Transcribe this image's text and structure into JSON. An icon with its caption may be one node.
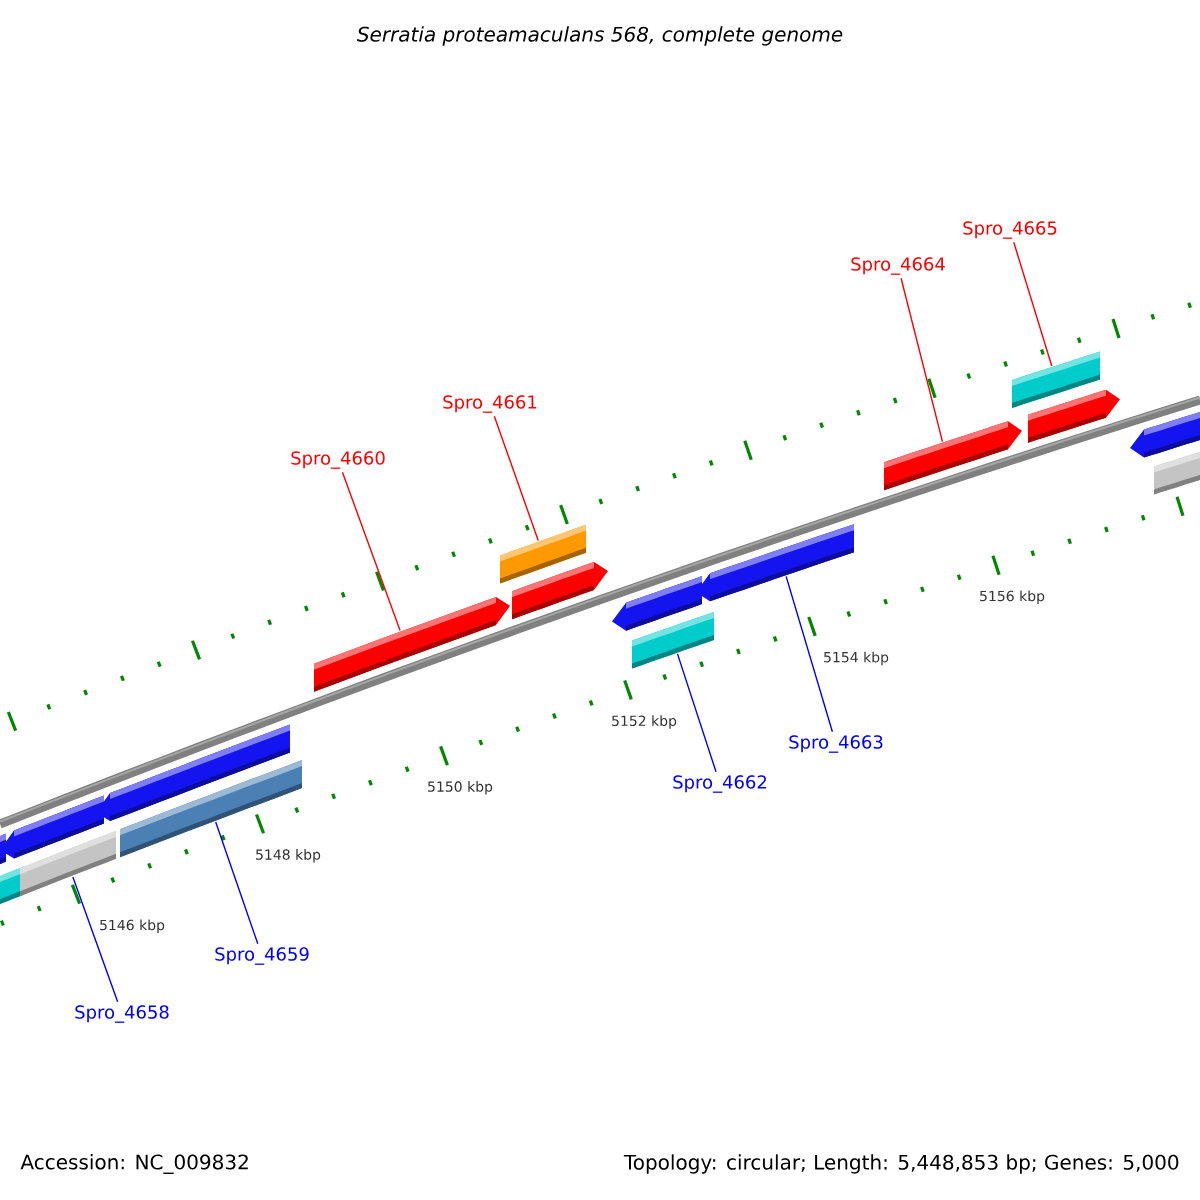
{
  "diagram": {
    "title": "Serratia proteamaculans 568, complete genome",
    "nodes": [
      {
        "text": [
          "Spro_4658"
        ]
      },
      {
        "text": [
          "Spro_4659"
        ]
      },
      {
        "text": [
          "Spro_4660"
        ]
      },
      {
        "text": [
          "Spro_4661"
        ]
      },
      {
        "text": [
          "Spro_4662"
        ]
      },
      {
        "text": [
          "Spro_4663"
        ]
      },
      {
        "text": [
          "Spro_4664"
        ]
      },
      {
        "text": [
          "Spro_4665"
        ]
      },
      {
        "text": [],
        "shape": "bar"
      },
      {
        "text": [],
        "shape": "bar"
      },
      {
        "text": [],
        "shape": "pentagon"
      },
      {
        "text": [],
        "shape": "bar"
      },
      {
        "text": [],
        "shape": "pentagon"
      },
      {
        "text": [],
        "shape": "bar"
      },
      {
        "text": [],
        "shape": "pentagon"
      },
      {
        "text": [],
        "shape": "bar"
      },
      {
        "text": [],
        "shape": "pentagon"
      },
      {
        "text": [],
        "shape": "pentagon"
      },
      {
        "text": [],
        "shape": "bar"
      },
      {
        "text": [],
        "shape": "pentagon"
      },
      {
        "text": [],
        "shape": "pentagon"
      },
      {
        "text": [],
        "shape": "bar"
      },
      {
        "text": [],
        "shape": "pentagon"
      },
      {
        "text": [],
        "shape": "pentagon"
      },
      {
        "text": [],
        "shape": "bar"
      }
    ],
    "edges": [
      {
        "from": 0,
        "to": 11,
        "arrow": "none",
        "color": "#0000ff"
      },
      {
        "from": 1,
        "to": 13,
        "arrow": "none",
        "color": "#0000ff"
      },
      {
        "from": 2,
        "to": 14,
        "arrow": "none",
        "color": "#ff0000"
      },
      {
        "from": 3,
        "to": 15,
        "arrow": "none",
        "color": "#ff0000"
      },
      {
        "from": 4,
        "to": 18,
        "arrow": "none",
        "color": "#0000ff"
      },
      {
        "from": 5,
        "to": 19,
        "arrow": "none",
        "color": "#0000ff"
      },
      {
        "from": 6,
        "to": 20,
        "arrow": "none",
        "color": "#ff0000"
      },
      {
        "from": 7,
        "to": 21,
        "arrow": "none",
        "color": "#ff0000"
      }
    ],
    "labels": [
      "5146 kbp",
      "5148 kbp",
      "5150 kbp",
      "5152 kbp",
      "5154 kbp",
      "5156 kbp",
      "Accession: NC_009832",
      "Topology: circular; Length: 5,448,853 bp; Genes: 5,000"
    ]
  }
}
